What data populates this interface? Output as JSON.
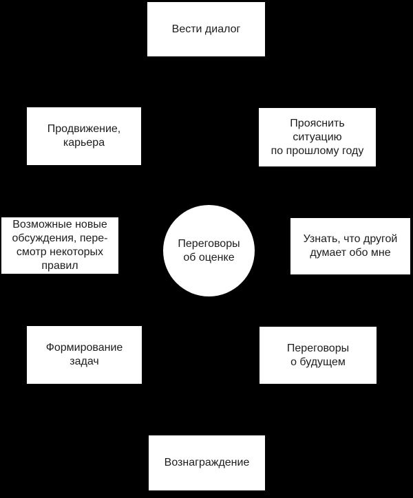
{
  "diagram": {
    "title": "Переговоры об оценке",
    "colors": {
      "background": "#000000",
      "node_background": "#ffffff",
      "node_text": "#1c1c1c"
    },
    "center": {
      "label": "Переговоры\nоб оценке"
    },
    "nodes": {
      "top": {
        "label": "Вести диалог"
      },
      "upper_left": {
        "label": "Продвижение,\nкарьера"
      },
      "upper_right": {
        "label": "Прояснить\nситуацию\nпо прошлому году"
      },
      "middle_left": {
        "label": "Возможные новые\nобсуждения, пере-\nсмотр некоторых\nправил"
      },
      "middle_right": {
        "label": "Узнать, что другой\nдумает обо мне"
      },
      "lower_left": {
        "label": "Формирование\nзадач"
      },
      "lower_right": {
        "label": "Переговоры\nо будущем"
      },
      "bottom": {
        "label": "Вознаграждение"
      }
    }
  }
}
